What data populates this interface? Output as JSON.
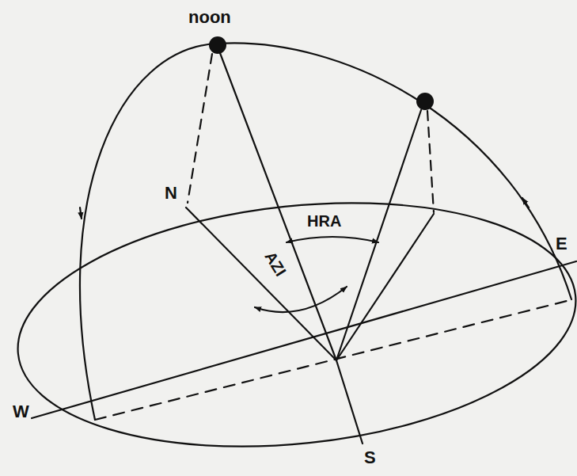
{
  "diagram": {
    "labels": [
      "noon",
      "N",
      "HRA",
      "AZI",
      "E",
      "W",
      "S"
    ]
  }
}
